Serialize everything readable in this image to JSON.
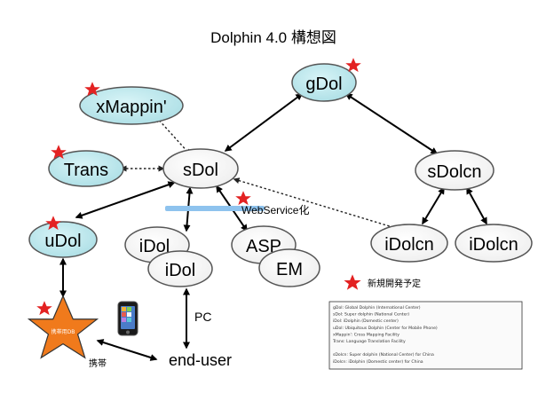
{
  "title": "Dolphin 4.0 構想図",
  "colors": {
    "cyan_fill": "#bfe9ee",
    "white_fill": "#ffffff",
    "node_stroke": "#555555",
    "star_red": "#e32222",
    "star_orange": "#f07a1c",
    "webservice_bar": "#8ec3ee"
  },
  "nodes": {
    "gdol": "gDol",
    "xmappin": "xMappin'",
    "trans": "Trans",
    "sdol": "sDol",
    "sdolcn": "sDolcn",
    "udol": "uDol",
    "idol1": "iDol",
    "idol2": "iDol",
    "asp": "ASP",
    "em": "EM",
    "idolcn1": "iDolcn",
    "idolcn2": "iDolcn"
  },
  "labels": {
    "webservice": "WebService化",
    "pc": "PC",
    "end_user": "end-user",
    "mobile": "携帯",
    "big_star_text": "携帯用DB",
    "new_dev": "新規開発予定"
  },
  "icons": {
    "phone": "mobile-phone-icon",
    "star": "red-star-icon",
    "big_star": "orange-star-icon"
  },
  "legend": [
    "gDol: Global Dolphin (International Center)",
    "sDol: Super dolphin (National Center)",
    "iDol: iDolphin (Domestic center)",
    "uDol: Ubiquitous Dolphin (Center for Mobile Phone)",
    "xMappin': Cross Mapping Facility",
    "Trans: Language Translation Facility",
    "",
    "sDolcn: Super dolphin (National Center) for China",
    "iDolcn: iDolphin (Domestic center) for China"
  ]
}
